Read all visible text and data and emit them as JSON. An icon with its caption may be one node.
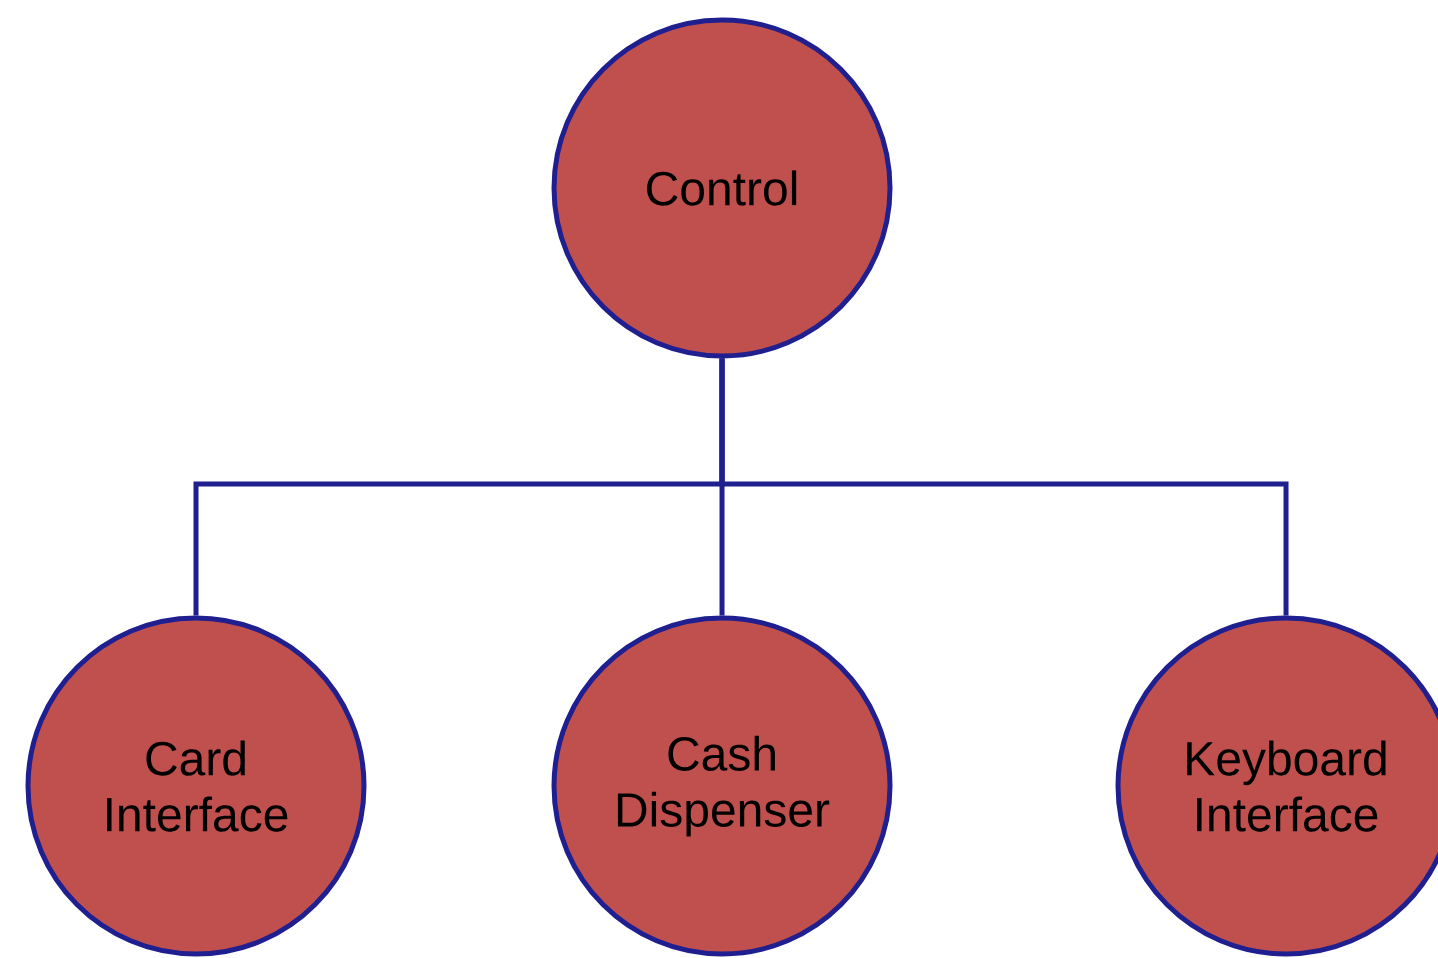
{
  "diagram": {
    "nodes": [
      {
        "text": [
          "Control"
        ]
      },
      {
        "text": [
          "Card Interface"
        ]
      },
      {
        "text": [
          "Cash Dispenser"
        ]
      },
      {
        "text": [
          "Keyboard Interface"
        ]
      }
    ],
    "edges": [
      {
        "from": 0,
        "to": 1,
        "arrow": "none"
      },
      {
        "from": 0,
        "to": 2,
        "arrow": "none"
      },
      {
        "from": 0,
        "to": 3,
        "arrow": "none"
      }
    ]
  }
}
